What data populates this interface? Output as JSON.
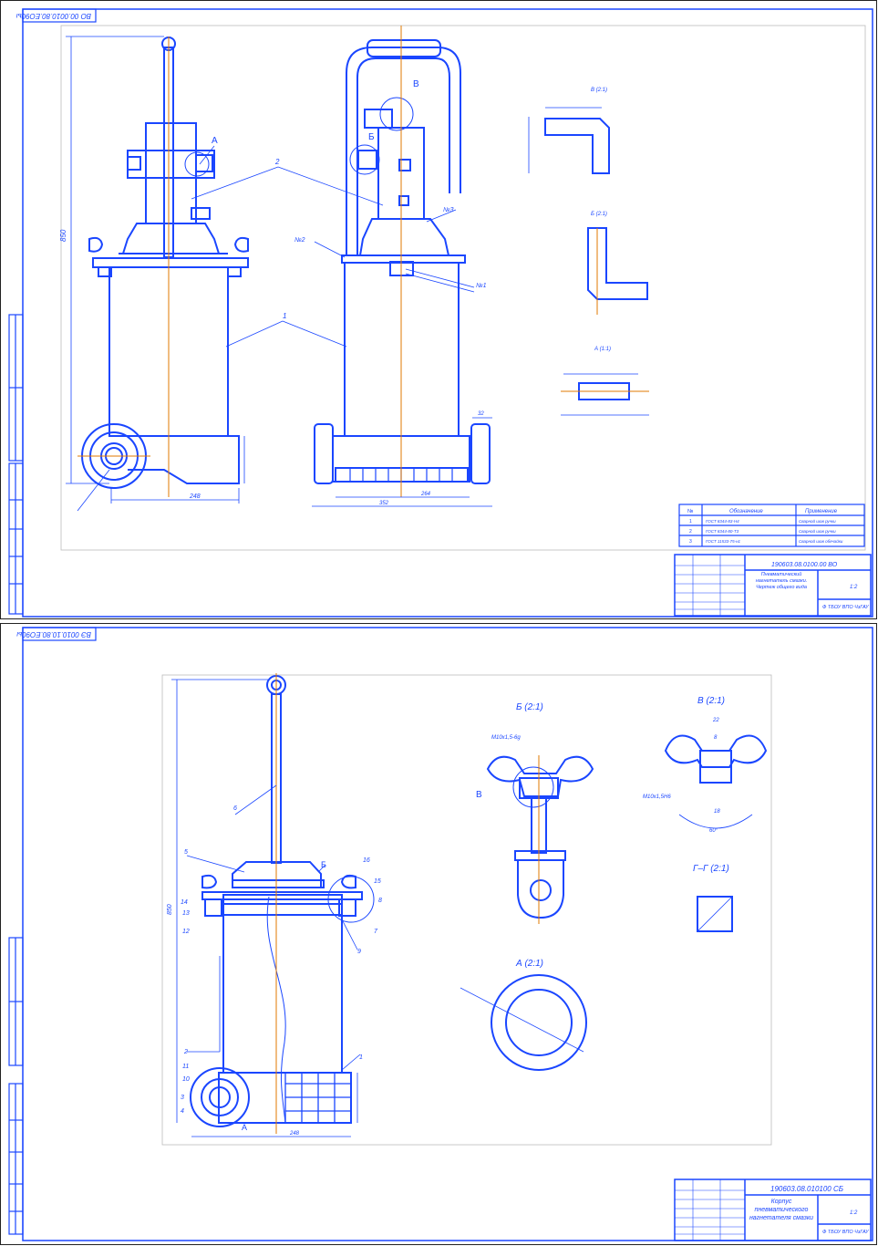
{
  "sheet1": {
    "stamp": "ВО 00.0010.80.ЕО90ы",
    "callout_A": "А",
    "callout_B": "Б",
    "callout_V": "В",
    "pos_1": "1",
    "pos_2": "2",
    "weld_3": "№3",
    "weld_2": "№2",
    "weld_1": "№1",
    "dim_height": "850",
    "dim_248": "248",
    "dim_352": "352",
    "dim_264": "264",
    "dim_32": "32",
    "detail_V": "В (2:1)",
    "detail_B": "Б (2:1)",
    "detail_A": "А (1:1)",
    "weld_table": {
      "header_num": "№",
      "header_designation": "Обозначение",
      "header_application": "Применение",
      "rows": [
        {
          "num": "1",
          "designation": "ГОСТ 8344-83-Н4",
          "application": "Сварной шов ручки"
        },
        {
          "num": "2",
          "designation": "ГОСТ 8344-80-Т3",
          "application": "Сварной шов ручки"
        },
        {
          "num": "3",
          "designation": "ГОСТ 11533-75-н1",
          "application": "Сварной шов обечайки"
        }
      ]
    },
    "title_block": {
      "doc_number": "190603.08.0100.00 ВО",
      "name": "Пневматический нагнетатель смазки. Чертеж общего вида",
      "scale": "1:2",
      "org": "Ф ТБОУ ВПО ЧзГАУ"
    }
  },
  "sheet2": {
    "stamp": "ВЭ 0010.10.80.ЕО90ы",
    "pos_labels": [
      "6",
      "5",
      "Б",
      "16",
      "15",
      "14",
      "13",
      "12",
      "8",
      "7",
      "9",
      "2",
      "11",
      "10",
      "3",
      "4",
      "1",
      "А"
    ],
    "dim_height": "850",
    "dim_248": "248",
    "detail_B": "Б (2:1)",
    "detail_V": "В (2:1)",
    "detail_A": "А (2:1)",
    "section_GG": "Г–Г (2:1)",
    "B_label_V": "В",
    "thread_1": "М10х1,5-6g",
    "thread_2": "М10х1,5Н6",
    "dim_22": "22",
    "dim_8": "8",
    "dim_18": "18",
    "angle_60": "60°",
    "title_block": {
      "doc_number": "190603.08.010100 СБ",
      "name": "Корпус пневматического нагнетателя смазки",
      "scale": "1:2",
      "org": "Ф ТБОУ ВПО ЧзГАУ"
    }
  },
  "colors": {
    "line": "#1a46ff",
    "axis": "#e07a00",
    "paper": "#ffffff",
    "frame_border": "#222222"
  }
}
